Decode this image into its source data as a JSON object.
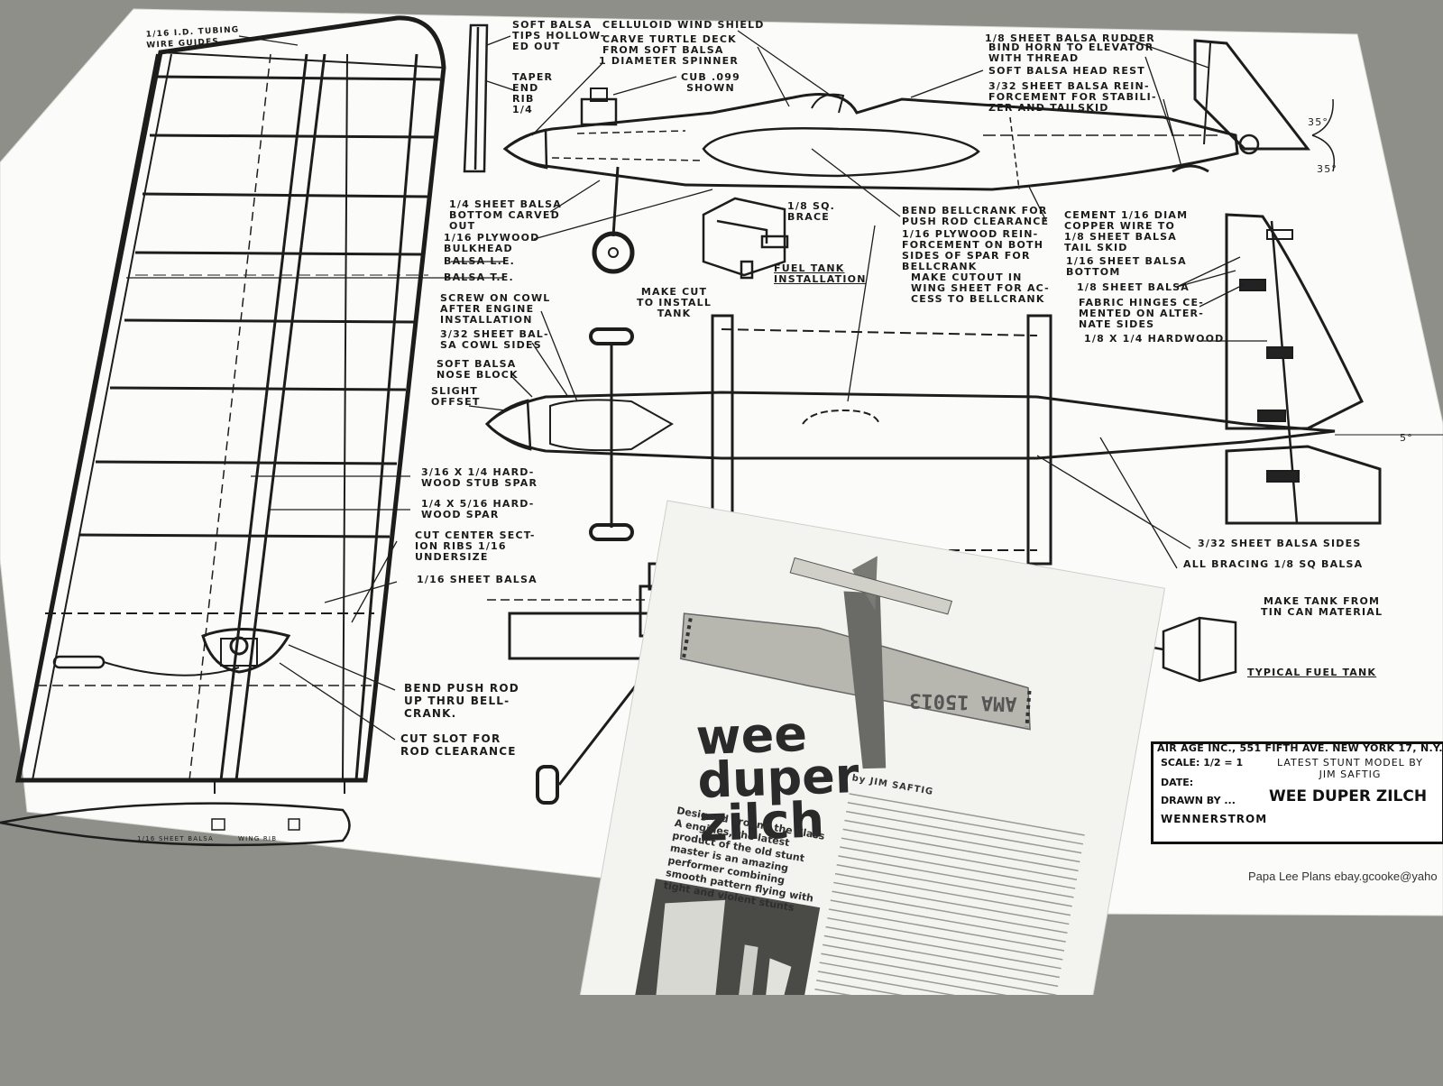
{
  "plan": {
    "labels": {
      "id_tubing": "1/16 I.D. TUBING\nWIRE GUIDES",
      "soft_balsa_tips": "SOFT BALSA\nTIPS HOLLOW-\nED OUT",
      "taper_end_rib": "TAPER\nEND\nRIB\n1/4",
      "wind_shield": "CELLULOID WIND SHIELD",
      "turtle_deck": "CARVE TURTLE DECK\nFROM SOFT BALSA",
      "spinner": "1 DIAMETER SPINNER",
      "cub_engine": "CUB .099\nSHOWN",
      "rudder": "1/8 SHEET BALSA RUDDER",
      "bind_horn": "BIND HORN TO ELEVATOR\nWITH THREAD",
      "head_rest": "SOFT BALSA HEAD REST",
      "reinforcement": "3/32 SHEET BALSA REIN-\nFORCEMENT FOR STABILI-\nZER AND TAILSKID",
      "angle_top": "35°",
      "angle_bottom": "35°",
      "bottom_carved": "1/4 SHEET BALSA\nBOTTOM CARVED\nOUT",
      "plywood_bulkhead": "1/16 PLYWOOD\nBULKHEAD",
      "sq_brace": "1/8 SQ.\nBRACE",
      "bend_bellcrank": "BEND BELLCRANK FOR\nPUSH ROD CLEARANCE",
      "cement_wire": "CEMENT 1/16 DIAM\nCOPPER WIRE TO\n1/8 SHEET BALSA\nTAIL SKID",
      "plywood_reinforcement": "1/16 PLYWOOD REIN-\nFORCEMENT ON BOTH\nSIDES OF SPAR FOR\nBELLCRANK",
      "sheet_balsa_bottom": "1/16 SHEET BALSA\nBOTTOM",
      "balsa_le": "BALSA L.E.",
      "balsa_te": "BALSA T.E.",
      "make_cut": "MAKE CUT\nTO INSTALL\nTANK",
      "fuel_tank_installation": "FUEL TANK\nINSTALLATION",
      "make_cutout": "MAKE CUTOUT IN\nWING SHEET FOR AC-\nCESS TO BELLCRANK",
      "eighth_sheet_balsa": "1/8 SHEET BALSA",
      "fabric_hinges": "FABRIC HINGES CE-\nMENTED ON ALTER-\nNATE SIDES",
      "hardwood_1_8x1_4": "1/8 X 1/4 HARDWOOD",
      "screw_on_cowl": "SCREW ON COWL\nAFTER ENGINE\nINSTALLATION",
      "cowl_sides": "3/32 SHEET BAL-\nSA COWL SIDES",
      "nose_block": "SOFT BALSA\nNOSE BLOCK",
      "slight_offset": "SLIGHT\nOFFSET",
      "stub_spar": "3/16 X 1/4 HARD-\nWOOD STUB SPAR",
      "hardwood_spar": "1/4 X 5/16 HARD-\nWOOD SPAR",
      "cut_center_ribs": "CUT CENTER SECT-\nION RIBS 1/16\nUNDERSIZE",
      "sixteenth_sheet_balsa": "1/16 SHEET BALSA",
      "balsa_sides": "3/32 SHEET BALSA SIDES",
      "all_bracing": "ALL BRACING 1/8 SQ BALSA",
      "tank_tin": "MAKE TANK FROM\nTIN CAN MATERIAL",
      "typical_fuel_tank": "TYPICAL FUEL TANK",
      "bend_push_rod": "BEND PUSH ROD\nUP THRU BELL-\nCRANK.",
      "cut_slot": "CUT SLOT FOR\nROD CLEARANCE",
      "rib_sheet": "1/16 SHEET BALSA",
      "wing_rib": "WING RIB",
      "five_deg": "5°"
    },
    "title_block": {
      "publisher": "AIR AGE INC., 551 FIFTH AVE. NEW YORK 17, N.Y.",
      "scale": "SCALE: 1/2 = 1",
      "date": "DATE:",
      "drawn_by": "DRAWN BY ...",
      "drafter": "WENNERSTROM",
      "description": "LATEST STUNT MODEL BY\nJIM SAFTIG",
      "model_name": "WEE DUPER ZILCH"
    },
    "watermark": "Papa Lee Plans ebay.gcooke@yaho"
  },
  "magazine": {
    "title": "wee\nduper\nzilch",
    "byline": "by JIM SAFTIG",
    "intro": "Designed around the Class A engines, the latest product of the old stunt master is an amazing performer combining smooth pattern flying with tight and violent stunts",
    "registration": "AMA 15013"
  }
}
